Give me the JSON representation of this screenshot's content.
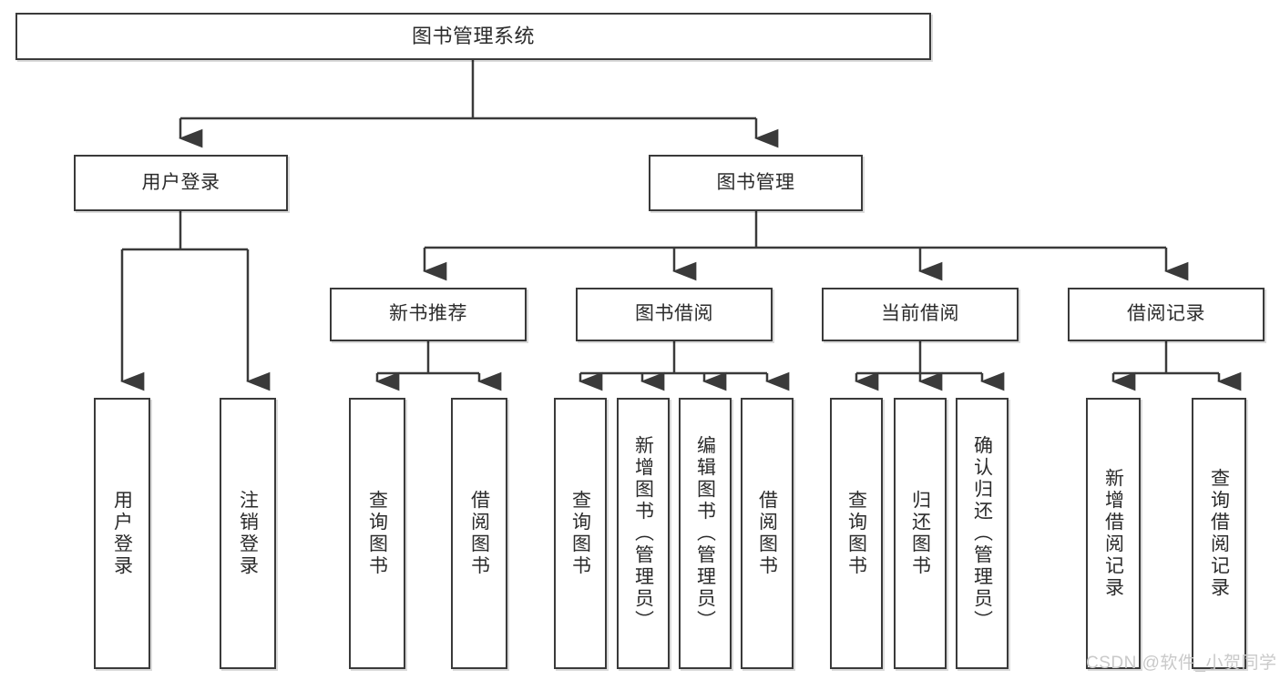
{
  "diagram": {
    "title": "图书管理系统",
    "type": "tree-hierarchy",
    "colors": {
      "box_border": "#3a3a3a",
      "box_fill": "#ffffff",
      "connector": "#3a3a3a",
      "text": "#2b2b2b",
      "watermark": "#c9c9c9"
    },
    "nodes": {
      "root": {
        "label": "图书管理系统"
      },
      "level2": [
        {
          "id": "user-login",
          "label": "用户登录"
        },
        {
          "id": "book-management",
          "label": "图书管理"
        }
      ],
      "level3": [
        {
          "id": "new-book-recommend",
          "label": "新书推荐"
        },
        {
          "id": "book-borrow",
          "label": "图书借阅"
        },
        {
          "id": "current-borrow",
          "label": "当前借阅"
        },
        {
          "id": "borrow-record",
          "label": "借阅记录"
        }
      ],
      "leaves": {
        "user-login": [
          {
            "id": "leaf-user-login",
            "label": "用户登录"
          },
          {
            "id": "leaf-logout-login",
            "label": "注销登录"
          }
        ],
        "new-book-recommend": [
          {
            "id": "leaf-query-book-1",
            "label": "查询图书"
          },
          {
            "id": "leaf-borrow-book-1",
            "label": "借阅图书"
          }
        ],
        "book-borrow": [
          {
            "id": "leaf-query-book-2",
            "label": "查询图书"
          },
          {
            "id": "leaf-add-book-admin",
            "label": "新增图书（管理员）"
          },
          {
            "id": "leaf-edit-book-admin",
            "label": "编辑图书（管理员）"
          },
          {
            "id": "leaf-borrow-book-2",
            "label": "借阅图书"
          }
        ],
        "current-borrow": [
          {
            "id": "leaf-query-book-3",
            "label": "查询图书"
          },
          {
            "id": "leaf-return-book",
            "label": "归还图书"
          },
          {
            "id": "leaf-confirm-return-admin",
            "label": "确认归还（管理员）"
          }
        ],
        "borrow-record": [
          {
            "id": "leaf-add-borrow-record",
            "label": "新增借阅记录"
          },
          {
            "id": "leaf-query-borrow-record",
            "label": "查询借阅记录"
          }
        ]
      }
    },
    "watermark": "CSDN @软件_小贺同学"
  }
}
